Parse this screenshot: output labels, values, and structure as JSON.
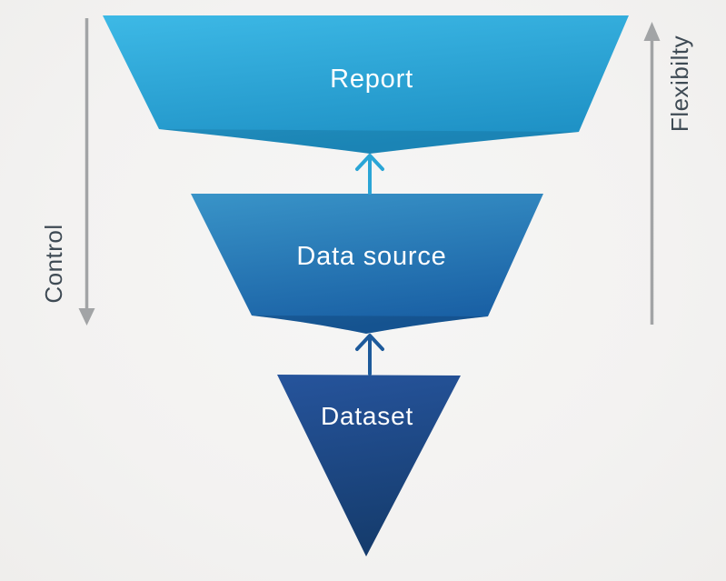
{
  "diagram": {
    "background": "#f4f3f2",
    "layer_text_color": "#ffffff",
    "layers": [
      {
        "name": "report",
        "label": "Report",
        "color_top": "#3db9e6",
        "color_bottom": "#1f92c6"
      },
      {
        "name": "data_source",
        "label": "Data source",
        "color_top": "#3994c8",
        "color_bottom": "#1a61a5"
      },
      {
        "name": "dataset",
        "label": "Dataset",
        "color_top": "#26549c",
        "color_bottom": "#153c6d"
      }
    ],
    "flow_arrows": [
      {
        "name": "datasource-to-report",
        "direction": "up",
        "color": "#2aa5d6"
      },
      {
        "name": "dataset-to-datasource",
        "direction": "up",
        "color": "#1d5a9b"
      }
    ],
    "axis_left": {
      "label": "Control",
      "direction": "down",
      "line_color": "#a2a4a6",
      "text_color": "#3e4a54"
    },
    "axis_right": {
      "label": "Flexibilty",
      "direction": "up",
      "line_color": "#a2a4a6",
      "text_color": "#3e4a54"
    }
  }
}
